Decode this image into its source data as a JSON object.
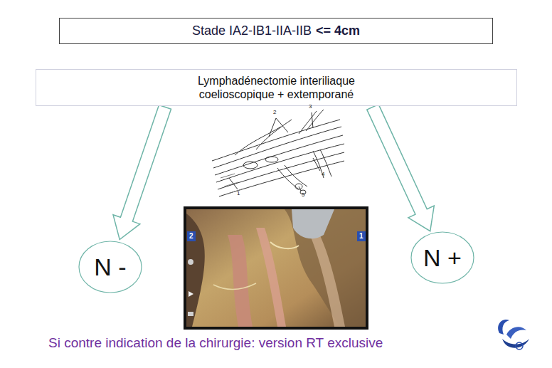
{
  "diagram": {
    "nodes": [
      {
        "text": [
          "Stade IA2-IB1-IIA-IIB",
          "<= 4cm"
        ]
      },
      {
        "text": [
          "Lymphadénectomie interiliaque coelioscopique + extemporané"
        ]
      },
      {
        "text": [
          "N -"
        ]
      },
      {
        "text": [
          "N +"
        ]
      }
    ],
    "edges": [
      {
        "from": 1,
        "to": 2,
        "arrow": "to"
      },
      {
        "from": 1,
        "to": 3,
        "arrow": "to"
      }
    ],
    "labels": [
      "2",
      "3",
      "1",
      "4",
      "5",
      "2",
      "1",
      "Si contre indication de la chirurgie: version RT exclusive"
    ]
  }
}
